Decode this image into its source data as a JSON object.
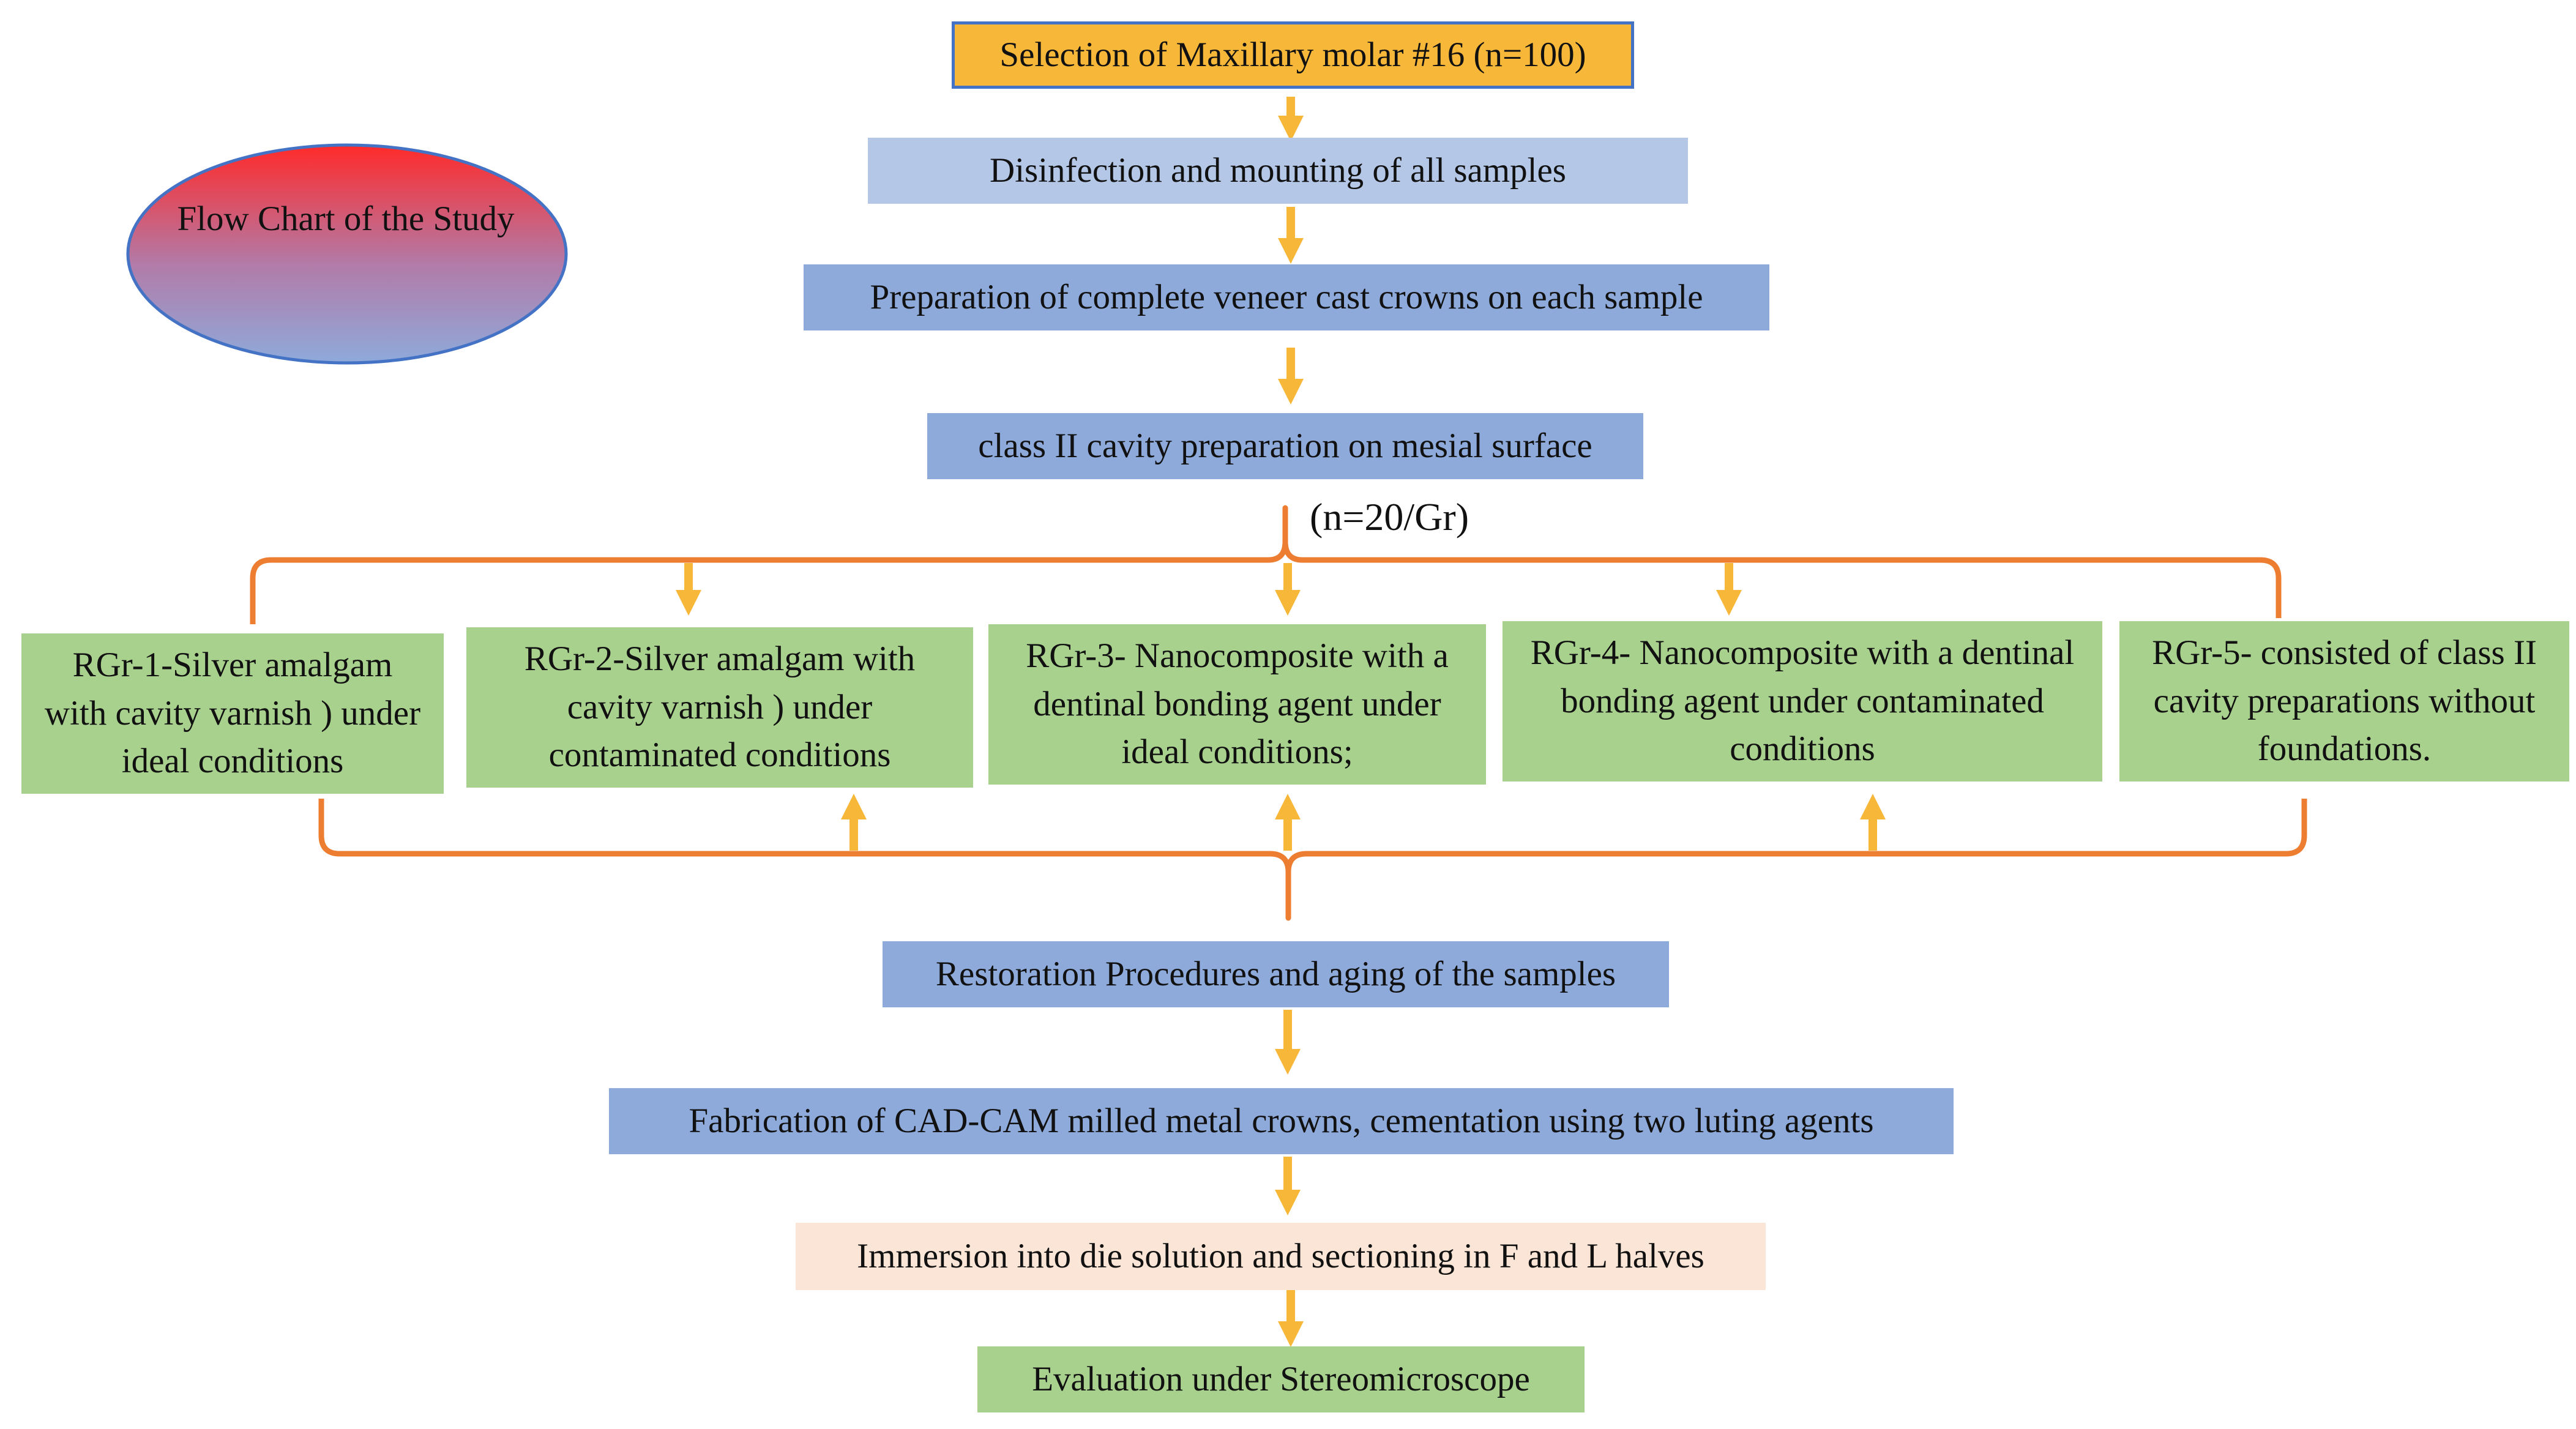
{
  "title_oval": "Flow Chart of the Study",
  "steps": {
    "selection": "Selection of Maxillary molar #16 (n=100)",
    "disinfection": "Disinfection and mounting of all samples",
    "preparation": "Preparation of complete veneer cast crowns on each sample",
    "cavity": "class II cavity preparation on mesial surface",
    "restoration": "Restoration Procedures and aging of the samples",
    "fabrication": "Fabrication of CAD-CAM milled metal crowns, cementation using two luting agents",
    "immersion": "Immersion into die solution and sectioning in F and L halves",
    "evaluation": "Evaluation under  Stereomicroscope"
  },
  "group_size_label": "(n=20/Gr)",
  "groups": [
    "RGr-1-Silver amalgam with cavity varnish ) under ideal  conditions",
    "RGr-2-Silver amalgam with cavity varnish ) under contaminated  conditions",
    "RGr-3- Nanocomposite with a dentinal bonding agent under ideal conditions;",
    "RGr-4- Nanocomposite with a dentinal bonding agent under contaminated  conditions",
    "RGr-5- consisted of class II cavity preparations without foundations."
  ],
  "colors": {
    "arrow": "#f7b83a",
    "bracket": "#ed7d31",
    "box_blue": "#8eaadb",
    "box_lightblue": "#b4c7e7",
    "box_green": "#a9d18e",
    "box_peach": "#fbe5d6",
    "box_orange": "#f7b83a",
    "oval_top": "#ff2a2a",
    "oval_bottom": "#8eaadb"
  }
}
